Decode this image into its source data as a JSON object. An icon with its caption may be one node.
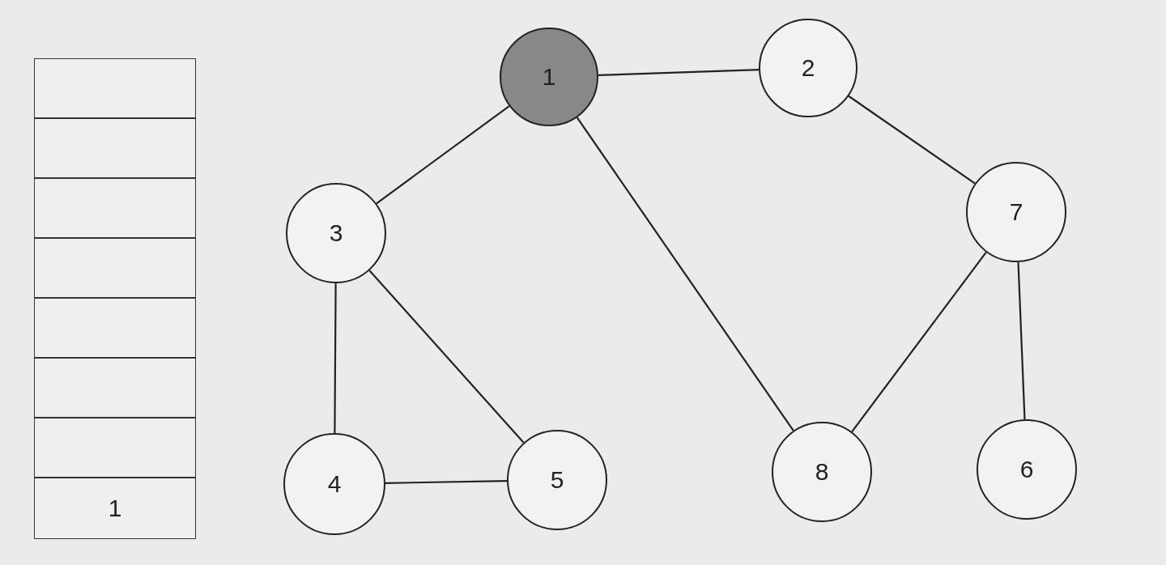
{
  "diagram": {
    "nodes": [
      {
        "text": [],
        "shape": "box"
      },
      {
        "text": [],
        "shape": "box"
      },
      {
        "text": [],
        "shape": "box"
      },
      {
        "text": [],
        "shape": "box"
      },
      {
        "text": [],
        "shape": "box"
      },
      {
        "text": [],
        "shape": "box"
      },
      {
        "text": [],
        "shape": "box"
      },
      {
        "text": [
          "1"
        ]
      },
      {
        "text": [
          "1"
        ]
      },
      {
        "text": [
          "2"
        ]
      },
      {
        "text": [
          "3"
        ]
      },
      {
        "text": [
          "7"
        ]
      },
      {
        "text": [
          "4"
        ]
      },
      {
        "text": [
          "5"
        ]
      },
      {
        "text": [
          "8"
        ]
      },
      {
        "text": [
          "6"
        ]
      }
    ],
    "edges": [
      {
        "from": 8,
        "to": 9,
        "arrow": "none"
      },
      {
        "from": 8,
        "to": 10,
        "arrow": "none"
      },
      {
        "from": 8,
        "to": 14,
        "arrow": "none"
      },
      {
        "from": 9,
        "to": 11,
        "arrow": "none"
      },
      {
        "from": 10,
        "to": 12,
        "arrow": "none"
      },
      {
        "from": 10,
        "to": 13,
        "arrow": "none"
      },
      {
        "from": 12,
        "to": 13,
        "arrow": "none"
      },
      {
        "from": 11,
        "to": 14,
        "arrow": "none"
      },
      {
        "from": 11,
        "to": 15,
        "arrow": "none"
      }
    ]
  }
}
